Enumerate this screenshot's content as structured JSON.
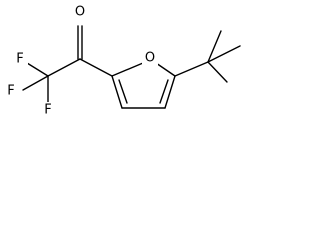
{
  "molecule": {
    "atoms": {
      "carbonyl_oxygen": "O",
      "ring_oxygen": "O",
      "fluorine_top": "F",
      "fluorine_left": "F",
      "fluorine_bottom": "F"
    },
    "colors": {
      "bond": "#000000",
      "label": "#000000",
      "background": "#ffffff"
    }
  }
}
